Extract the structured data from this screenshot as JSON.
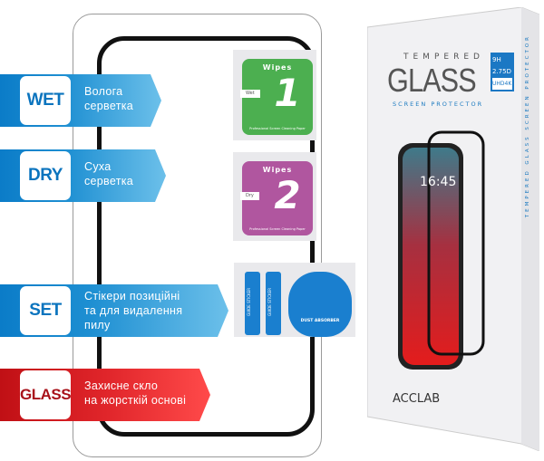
{
  "banners": [
    {
      "tag": "WET",
      "line1": "Волога",
      "line2": "серветка",
      "color": "#0b7cc8"
    },
    {
      "tag": "DRY",
      "line1": "Суха",
      "line2": "серветка",
      "color": "#0b7cc8"
    },
    {
      "tag": "SET",
      "line1": "Стікери позиційні",
      "line2": "та для видалення",
      "line3": "пилу",
      "color": "#0b7cc8"
    },
    {
      "tag": "GLASS",
      "line1": "Захисне скло",
      "line2": "на жорсткій основі",
      "color": "#d01a20"
    }
  ],
  "wipes": [
    {
      "title": "Wipes",
      "number": "1",
      "label": "Wet",
      "footer": "Professional Screen Cleaning Paper",
      "color": "#4caf50"
    },
    {
      "title": "Wipes",
      "number": "2",
      "label": "Dry",
      "footer": "Professional Screen Cleaning Paper",
      "color": "#b0569f"
    }
  ],
  "stickers": {
    "guide": "GUIDE STICKER",
    "dust": "DUST ABSORBER"
  },
  "box": {
    "tempered": "TEMPERED",
    "glass": "GLASS",
    "subtitle": "SCREEN PROTECTOR",
    "badge1": "9H",
    "badge2": "2.75D",
    "badge3": "UHD4K",
    "time": "16:45",
    "brand": "ACCLAB",
    "side": "TEMPERED GLASS SCREEN PROTECTOR"
  }
}
